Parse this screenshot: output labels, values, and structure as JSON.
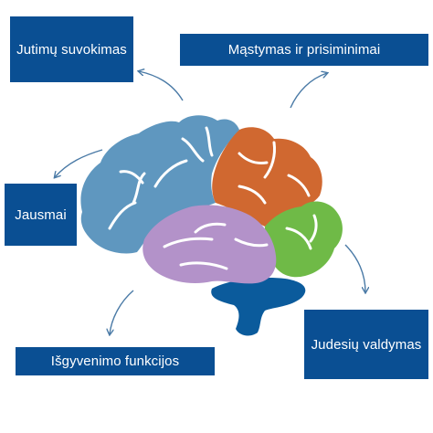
{
  "colors": {
    "box": "#0a4f93",
    "box_text": "#ffffff",
    "arrow": "#4a7aa6",
    "frontal": "#5f97bf",
    "parietal": "#d06830",
    "occipital": "#6fba47",
    "temporal": "#b392c9",
    "brainstem": "#0b5b9c",
    "sulcus": "#ffffff"
  },
  "labels": {
    "perception": "Jutimų suvokimas",
    "thinking_memory": "Mąstymas ir prisiminimai",
    "emotions": "Jausmai",
    "survival": "Išgyvenimo funkcijos",
    "motor": "Judesių valdymas"
  },
  "icons": {
    "arrow_style": "curved-arrow-icon"
  }
}
